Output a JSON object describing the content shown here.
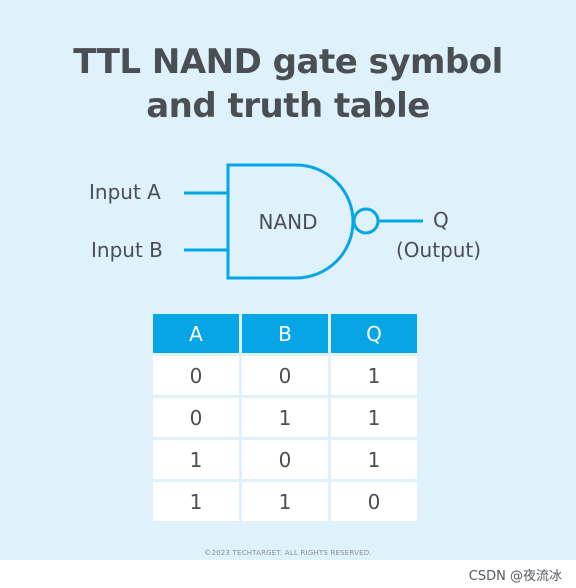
{
  "title": {
    "line1": "TTL NAND gate symbol",
    "line2": "and truth table"
  },
  "diagram": {
    "gate_label": "NAND",
    "input_a_label": "Input A",
    "input_b_label": "Input B",
    "output_label": "Q",
    "output_sublabel": "(Output)",
    "line_color": "#06a5e6"
  },
  "truth_table": {
    "headers": [
      "A",
      "B",
      "Q"
    ],
    "rows": [
      [
        "0",
        "0",
        "1"
      ],
      [
        "0",
        "1",
        "1"
      ],
      [
        "1",
        "0",
        "1"
      ],
      [
        "1",
        "1",
        "0"
      ]
    ],
    "header_color": "#06a5e6"
  },
  "footer": {
    "copyright": "©2023 TECHTARGET. ALL RIGHTS RESERVED.",
    "watermark": "CSDN @夜流冰"
  }
}
